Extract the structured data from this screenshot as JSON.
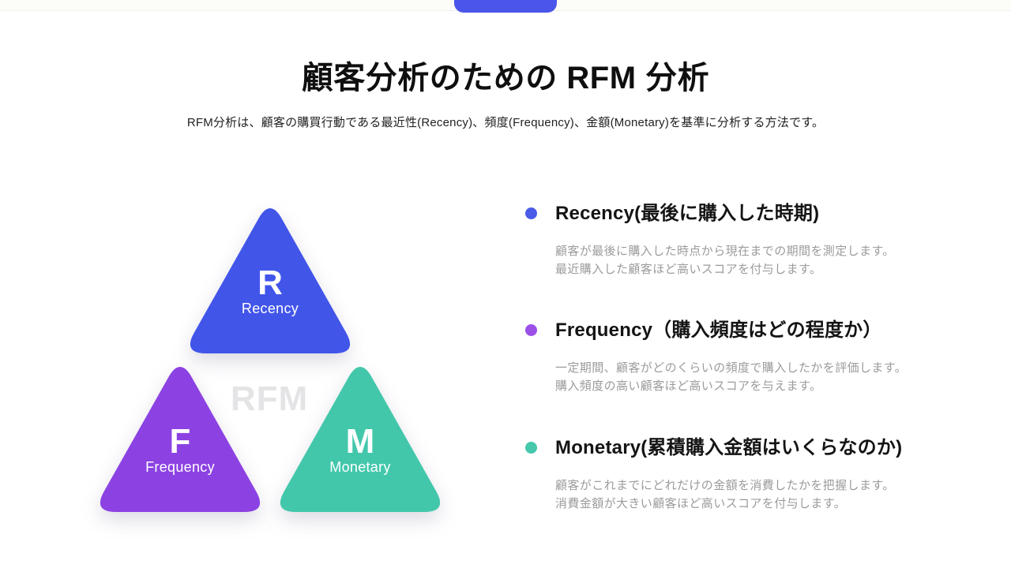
{
  "top_tab": {
    "color": "#4C55E9"
  },
  "header": {
    "title": "顧客分析のための RFM 分析",
    "subtitle": "RFM分析は、顧客の購買行動である最近性(Recency)、頻度(Frequency)、金額(Monetary)を基準に分析する方法です。"
  },
  "diagram": {
    "watermark": "RFM",
    "triangles": [
      {
        "id": "recency",
        "letter": "R",
        "label": "Recency",
        "color": "#4255E9"
      },
      {
        "id": "frequency",
        "letter": "F",
        "label": "Frequency",
        "color": "#8C42E2"
      },
      {
        "id": "monetary",
        "letter": "M",
        "label": "Monetary",
        "color": "#43C7AB"
      }
    ]
  },
  "sections": [
    {
      "heading": "Recency(最後に購入した時期)",
      "bullet_color": "#4A5BE8",
      "body_line1": "顧客が最後に購入した時点から現在までの期間を測定します。",
      "body_line2": "最近購入した顧客ほど高いスコアを付与します。"
    },
    {
      "heading": "Frequency（購入頻度はどの程度か）",
      "bullet_color": "#9B50E8",
      "body_line1": "一定期間、顧客がどのくらいの頻度で購入したかを評価します。",
      "body_line2": "購入頻度の高い顧客ほど高いスコアを与えます。"
    },
    {
      "heading": "Monetary(累積購入金額はいくらなのか)",
      "bullet_color": "#45C8AC",
      "body_line1": "顧客がこれまでにどれだけの金額を消費したかを把握します。",
      "body_line2": "消費金額が大きい顧客ほど高いスコアを付与します。"
    }
  ]
}
